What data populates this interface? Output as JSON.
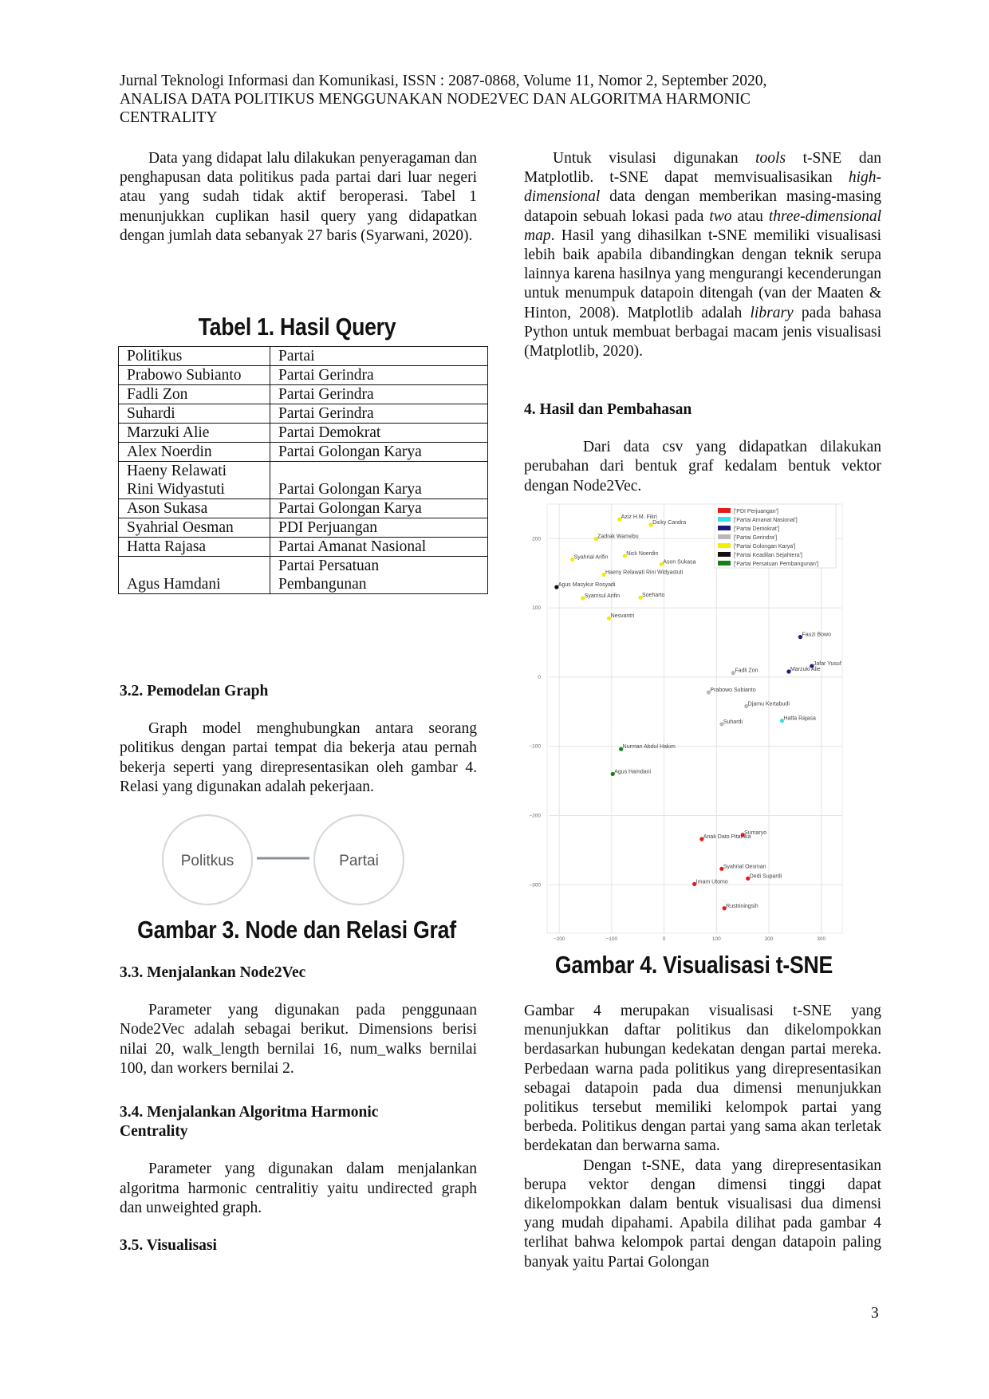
{
  "header": {
    "line1": "Jurnal Teknologi Informasi dan Komunikasi, ISSN : 2087-0868, Volume 11, Nomor 2, September 2020,",
    "line2": "ANALISA DATA POLITIKUS MENGGUNAKAN NODE2VEC DAN ALGORITMA HARMONIC",
    "line3": "CENTRALITY"
  },
  "left": {
    "intro": "Data yang didapat lalu dilakukan penyeragaman dan penghapusan data politikus pada partai dari luar negeri atau yang sudah tidak aktif beroperasi. Tabel 1 menunjukkan cuplikan hasil query yang didapatkan dengan jumlah data sebanyak 27 baris (Syarwani, 2020).",
    "table_caption": "Tabel 1. Hasil Query",
    "table": {
      "headers": [
        "Politikus",
        "Partai"
      ],
      "rows": [
        {
          "p1": "Prabowo Subianto",
          "p2": "",
          "party1": "Partai Gerindra",
          "party2": ""
        },
        {
          "p1": "Fadli Zon",
          "p2": "",
          "party1": "Partai Gerindra",
          "party2": ""
        },
        {
          "p1": "Suhardi",
          "p2": "",
          "party1": "Partai Gerindra",
          "party2": ""
        },
        {
          "p1": "Marzuki Alie",
          "p2": "",
          "party1": "Partai Demokrat",
          "party2": ""
        },
        {
          "p1": "Alex Noerdin",
          "p2": "",
          "party1": "Partai Golongan Karya",
          "party2": ""
        },
        {
          "p1": "Haeny Relawati",
          "p2": "Rini Widyastuti",
          "party1": "",
          "party2": "Partai Golongan Karya"
        },
        {
          "p1": "Ason Sukasa",
          "p2": "",
          "party1": "Partai Golongan Karya",
          "party2": ""
        },
        {
          "p1": "Syahrial Oesman",
          "p2": "",
          "party1": "PDI Perjuangan",
          "party2": ""
        },
        {
          "p1": "Hatta Rajasa",
          "p2": "",
          "party1": "Partai Amanat Nasional",
          "party2": ""
        },
        {
          "p1": "",
          "p2": "Agus Hamdani",
          "party1": "Partai Persatuan",
          "party2": "Pembangunan"
        }
      ]
    },
    "sec32_title": "3.2. Pemodelan Graph",
    "sec32_text": "Graph model menghubungkan antara seorang politikus dengan partai tempat dia bekerja atau pernah bekerja seperti yang direpresentasikan oleh gambar 4. Relasi yang digunakan adalah pekerjaan.",
    "fig3": {
      "node1": "Politkus",
      "node2": "Partai",
      "caption": "Gambar 3. Node dan Relasi Graf"
    },
    "sec33_title": "3.3. Menjalankan Node2Vec",
    "sec33_text": "Parameter yang digunakan pada penggunaan Node2Vec adalah sebagai berikut. Dimensions berisi nilai 20, walk_length bernilai 16, num_walks bernilai 100, dan workers bernilai 2.",
    "sec34_title_1": "3.4. Menjalankan Algoritma Harmonic",
    "sec34_title_2": "Centrality",
    "sec34_text": "Parameter yang digunakan dalam menjalankan algoritma harmonic centralitiy yaitu undirected graph dan unweighted graph.",
    "sec35_title": "3.5. Visualisasi"
  },
  "right": {
    "p1a": "Untuk visulasi digunakan ",
    "p1b": "tools",
    "p1c": " t-SNE dan Matplotlib. t-SNE dapat memvisualisasikan ",
    "p1d": "high-dimensional",
    "p1e": " data dengan memberikan masing-masing datapoin sebuah lokasi pada ",
    "p1f": "two",
    "p1g": " atau ",
    "p1h": "three-dimensional map",
    "p1i": ". Hasil yang dihasilkan t-SNE memiliki visualisasi lebih baik apabila dibandingkan dengan teknik serupa lainnya karena hasilnya yang mengurangi kecenderungan untuk menumpuk datapoin ditengah (van der Maaten & Hinton, 2008). Matplotlib adalah ",
    "p1j": "library",
    "p1k": " pada bahasa Python untuk membuat berbagai macam jenis visualisasi (Matplotlib, 2020).",
    "sec4_title": "4. Hasil dan Pembahasan",
    "sec4_text": "Dari data csv yang didapatkan dilakukan perubahan dari bentuk graf kedalam bentuk vektor dengan Node2Vec.",
    "fig4_caption": "Gambar 4. Visualisasi t-SNE",
    "p3": "Gambar 4 merupakan visualisasi t-SNE yang menunjukkan daftar politikus dan dikelompokkan berdasarkan hubungan kedekatan dengan partai mereka. Perbedaan warna pada politikus yang direpresentasikan sebagai datapoin pada dua dimensi menunjukkan politikus tersebut memiliki kelompok partai yang berbeda. Politikus dengan partai yang sama akan terletak berdekatan dan berwarna sama.",
    "p4": "Dengan t-SNE, data yang direpresentasikan berupa vektor dengan dimensi tinggi dapat dikelompokkan dalam bentuk visualisasi dua dimensi yang mudah dipahami. Apabila dilihat pada gambar 4 terlihat bahwa kelompok partai dengan datapoin paling banyak yaitu  Partai Golongan"
  },
  "page_number": "3",
  "chart_data": {
    "type": "scatter",
    "xlim": [
      -220,
      340
    ],
    "ylim": [
      -370,
      250
    ],
    "xticks": [
      "−200",
      "−100",
      "0",
      "100",
      "200",
      "300"
    ],
    "xtick_values": [
      -200,
      -100,
      0,
      100,
      200,
      300
    ],
    "yticks": [
      "200",
      "100",
      "0",
      "−100",
      "−200",
      "−300"
    ],
    "ytick_values": [
      200,
      100,
      0,
      -100,
      -200,
      -300
    ],
    "grid": true,
    "legend_position": "top-right",
    "legend": [
      {
        "label": "['PDI Perjuangan']",
        "color": "#e41a1c"
      },
      {
        "label": "['Partai Amanat Nasional']",
        "color": "#33e0e8"
      },
      {
        "label": "['Partai Demokrat']",
        "color": "#1a1a80"
      },
      {
        "label": "['Partai Gerindra']",
        "color": "#b8b8b8"
      },
      {
        "label": "['Partai Golongan Karya']",
        "color": "#f2ee00"
      },
      {
        "label": "['Partai Keadilan Sejahtera']",
        "color": "#111111"
      },
      {
        "label": "['Partai Persatuan Pembangunan']",
        "color": "#158015"
      }
    ],
    "points": [
      {
        "name": "Aziz H.M. Fikri",
        "x": -85,
        "y": 228,
        "color": "#f2ee00"
      },
      {
        "name": "Dicky Candra",
        "x": -25,
        "y": 220,
        "color": "#f2ee00"
      },
      {
        "name": "Zadrak Wamebu",
        "x": -130,
        "y": 200,
        "color": "#f2ee00"
      },
      {
        "name": "Nick Noerdin",
        "x": -75,
        "y": 175,
        "color": "#f2ee00"
      },
      {
        "name": "Syahrial Arifin",
        "x": -175,
        "y": 170,
        "color": "#f2ee00"
      },
      {
        "name": "Ason Sukasa",
        "x": -5,
        "y": 163,
        "color": "#f2ee00"
      },
      {
        "name": "Haeny Relawati Rini Widyastuti",
        "x": -115,
        "y": 148,
        "color": "#f2ee00"
      },
      {
        "name": "Agus Masykur Rosyadi",
        "x": -205,
        "y": 130,
        "color": "#111111"
      },
      {
        "name": "Syamsul Arifin",
        "x": -155,
        "y": 114,
        "color": "#f2ee00"
      },
      {
        "name": "Soeharto",
        "x": -45,
        "y": 115,
        "color": "#f2ee00"
      },
      {
        "name": "Nesvantri",
        "x": -105,
        "y": 85,
        "color": "#f2ee00"
      },
      {
        "name": "Fauzi Bowo",
        "x": 260,
        "y": 58,
        "color": "#1a1a80"
      },
      {
        "name": "Jafar Yusuf",
        "x": 282,
        "y": 16,
        "color": "#1a1a80"
      },
      {
        "name": "Marzuki Alie",
        "x": 238,
        "y": 8,
        "color": "#1a1a80"
      },
      {
        "name": "Fadli Zon",
        "x": 132,
        "y": 6,
        "color": "#b8b8b8"
      },
      {
        "name": "Prabowo Subianto",
        "x": 85,
        "y": -22,
        "color": "#b8b8b8"
      },
      {
        "name": "Djamu Kertabudi",
        "x": 157,
        "y": -42,
        "color": "#b8b8b8"
      },
      {
        "name": "Hatta Rajasa",
        "x": 225,
        "y": -63,
        "color": "#33e0e8"
      },
      {
        "name": "Suhardi",
        "x": 110,
        "y": -68,
        "color": "#b8b8b8"
      },
      {
        "name": "Nurman Abdul Hakim",
        "x": -82,
        "y": -104,
        "color": "#158015"
      },
      {
        "name": "Agus Hamdani",
        "x": -98,
        "y": -140,
        "color": "#158015"
      },
      {
        "name": "Sumaryo",
        "x": 150,
        "y": -228,
        "color": "#e41a1c"
      },
      {
        "name": "Anak Dato Pitanika",
        "x": 72,
        "y": -234,
        "color": "#e41a1c"
      },
      {
        "name": "Syahrial Oesman",
        "x": 110,
        "y": -277,
        "color": "#e41a1c"
      },
      {
        "name": "Dedi Supardi",
        "x": 160,
        "y": -291,
        "color": "#e41a1c"
      },
      {
        "name": "Imam Utomo",
        "x": 58,
        "y": -299,
        "color": "#e41a1c"
      },
      {
        "name": "Rustriningsih",
        "x": 115,
        "y": -334,
        "color": "#e41a1c"
      }
    ]
  }
}
